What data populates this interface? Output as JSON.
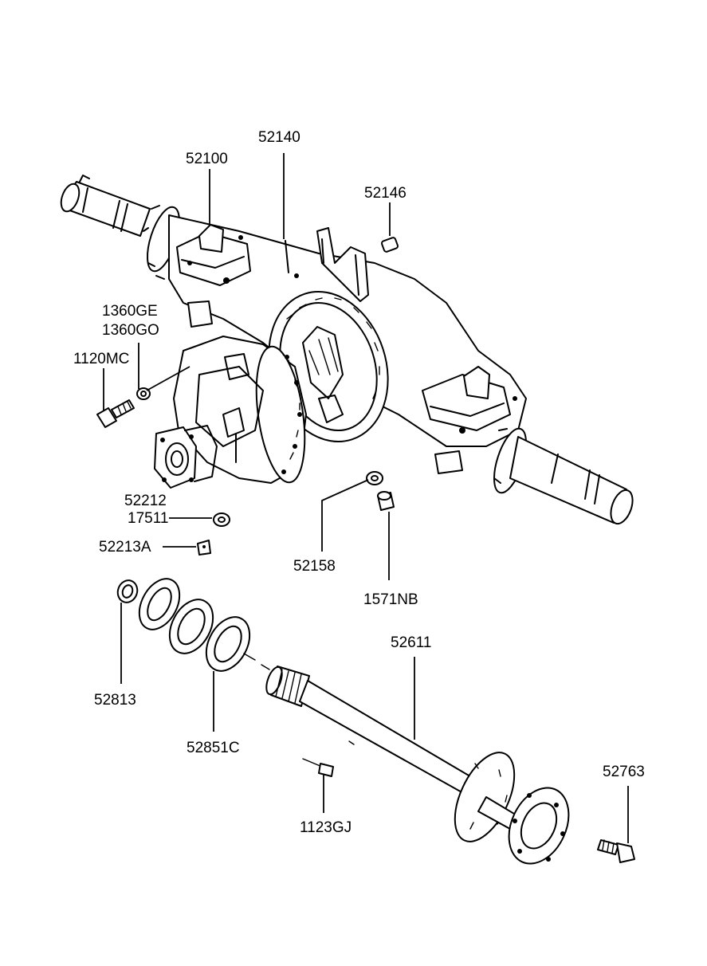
{
  "labels": {
    "p52140": "52140",
    "p52100": "52100",
    "p52146": "52146",
    "p1360GE": "1360GE",
    "p1360GO": "1360GO",
    "p1120MC": "1120MC",
    "p52212": "52212",
    "p17511": "17511",
    "p52213A": "52213A",
    "p52158": "52158",
    "p1571NB": "1571NB",
    "p52611": "52611",
    "p52813": "52813",
    "p52851C": "52851C",
    "p52763": "52763",
    "p1123GJ": "1123GJ"
  }
}
